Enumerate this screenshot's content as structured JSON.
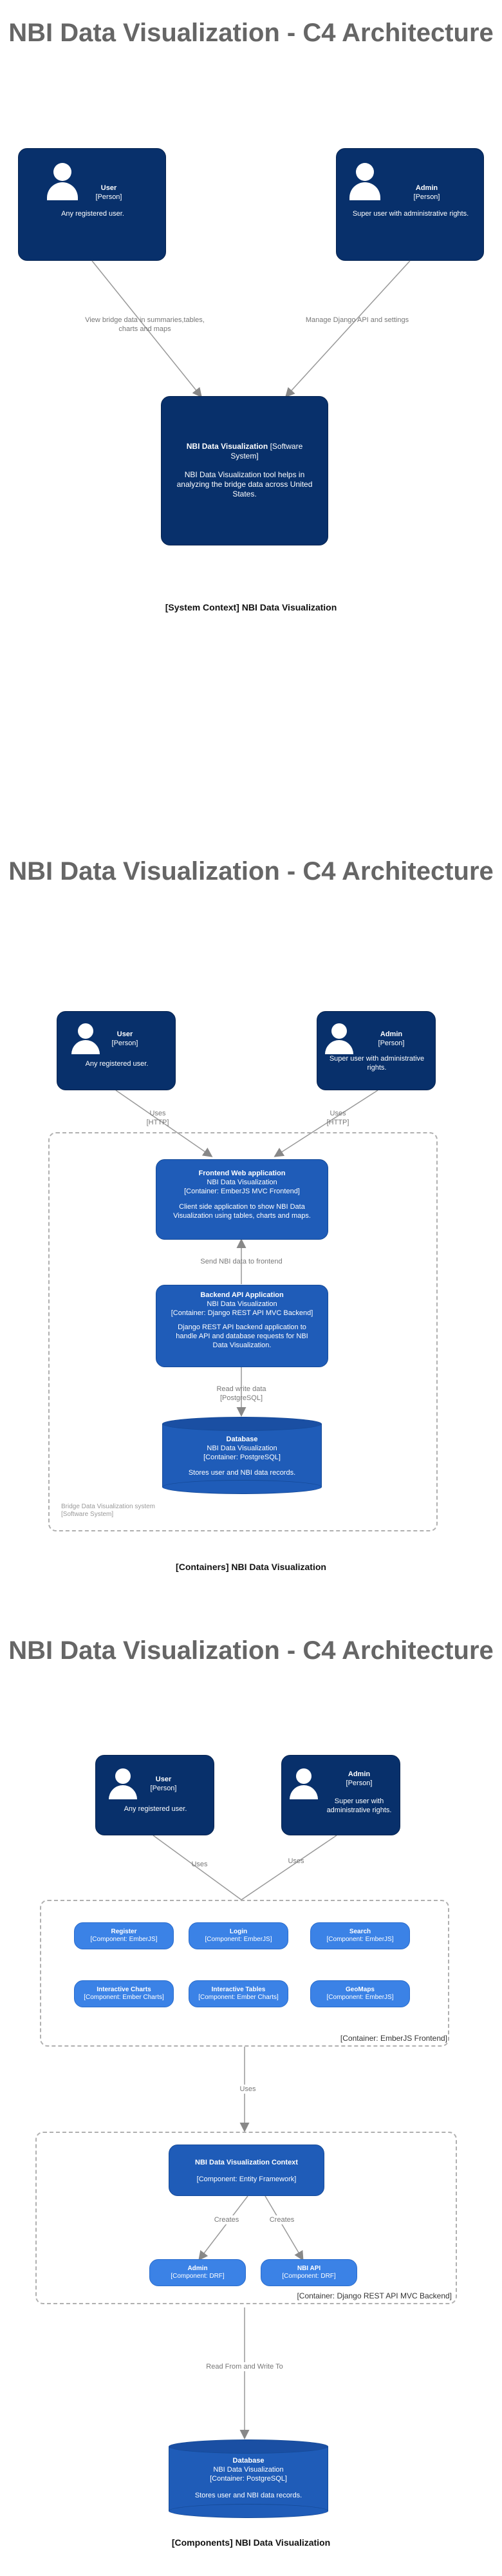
{
  "title": "NBI Data Visualization - C4 Architecture",
  "section1": {
    "user": {
      "name": "User",
      "type": "[Person]",
      "desc": "Any registered user."
    },
    "admin": {
      "name": "Admin",
      "type": "[Person]",
      "desc": "Super user with administrative rights."
    },
    "edge_user": "View bridge data in summaries,tables, charts and maps",
    "edge_admin": "Manage Django API and settings",
    "system": {
      "name": "NBI Data Visualization",
      "type": "[Software System]",
      "desc": "NBI Data Visualization tool helps in analyzing the bridge data across United States."
    },
    "caption_kind": "[System Context]",
    "caption_name": "NBI Data Visualization"
  },
  "section2": {
    "user": {
      "name": "User",
      "type": "[Person]",
      "desc": "Any registered user."
    },
    "admin": {
      "name": "Admin",
      "type": "[Person]",
      "desc": "Super user with administrative rights."
    },
    "edge_user": "Uses\n[HTTP]",
    "edge_admin": "Uses\n[HTTP]",
    "frontend": {
      "name": "Frontend Web application",
      "sub": "NBI Data Visualization",
      "type": "[Container: EmberJS MVC Frontend]",
      "desc": "Client side application to show  NBI Data Visualization using tables, charts and maps."
    },
    "edge_api_front": "Send NBI data to frontend",
    "backend": {
      "name": "Backend API Application",
      "sub": "NBI Data Visualization",
      "type": "[Container: Django REST API MVC Backend]",
      "desc": "Django REST API backend  application to handle API  and database requests for NBI Data Visualization."
    },
    "edge_db": "Read write data\n[PostgreSQL]",
    "database": {
      "name": "Database",
      "sub": "NBI Data Visualization",
      "type": "[Container: PostgreSQL]",
      "desc": "Stores user and NBI data records."
    },
    "boundary": "Bridge Data Visualization system\n[Software System]",
    "caption_kind": "[Containers]",
    "caption_name": "NBI Data Visualization"
  },
  "section3": {
    "user": {
      "name": "User",
      "type": "[Person]",
      "desc": "Any registered user."
    },
    "admin": {
      "name": "Admin",
      "type": "[Person]",
      "desc": "Super user with administrative rights."
    },
    "edge_user": "Uses",
    "edge_admin": "Uses",
    "frontend_components": [
      {
        "name": "Register",
        "type": "[Component: EmberJS]"
      },
      {
        "name": "Login",
        "type": "[Component: EmberJS]"
      },
      {
        "name": "Search",
        "type": "[Component: EmberJS]"
      },
      {
        "name": "Interactive Charts",
        "type": "[Component: Ember Charts]"
      },
      {
        "name": "Interactive Tables",
        "type": "[Component: Ember Charts]"
      },
      {
        "name": "GeoMaps",
        "type": "[Component: EmberJS]"
      }
    ],
    "frontend_boundary": "[Container: EmberJS Frontend]",
    "edge_uses": "Uses",
    "context": {
      "name": "NBI Data Visualization Context",
      "type": "[Component: Entity Framework]"
    },
    "edge_creates_admin": "Creates",
    "edge_creates_api": "Creates",
    "admin_comp": {
      "name": "Admin",
      "type": "[Component: DRF]"
    },
    "api_comp": {
      "name": "NBI API",
      "type": "[Component: DRF]"
    },
    "backend_boundary": "[Container: Django REST API MVC Backend]",
    "edge_db": "Read From and Write To",
    "database": {
      "name": "Database",
      "sub": "NBI Data Visualization",
      "type": "[Container: PostgreSQL]",
      "desc": "Stores user and NBI data records."
    },
    "caption_kind": "[Components]",
    "caption_name": "NBI Data Visualization"
  },
  "colors": {
    "person": "#08306b",
    "container": "#1f5cb8",
    "component": "#3b82e6",
    "title": "#666666"
  }
}
